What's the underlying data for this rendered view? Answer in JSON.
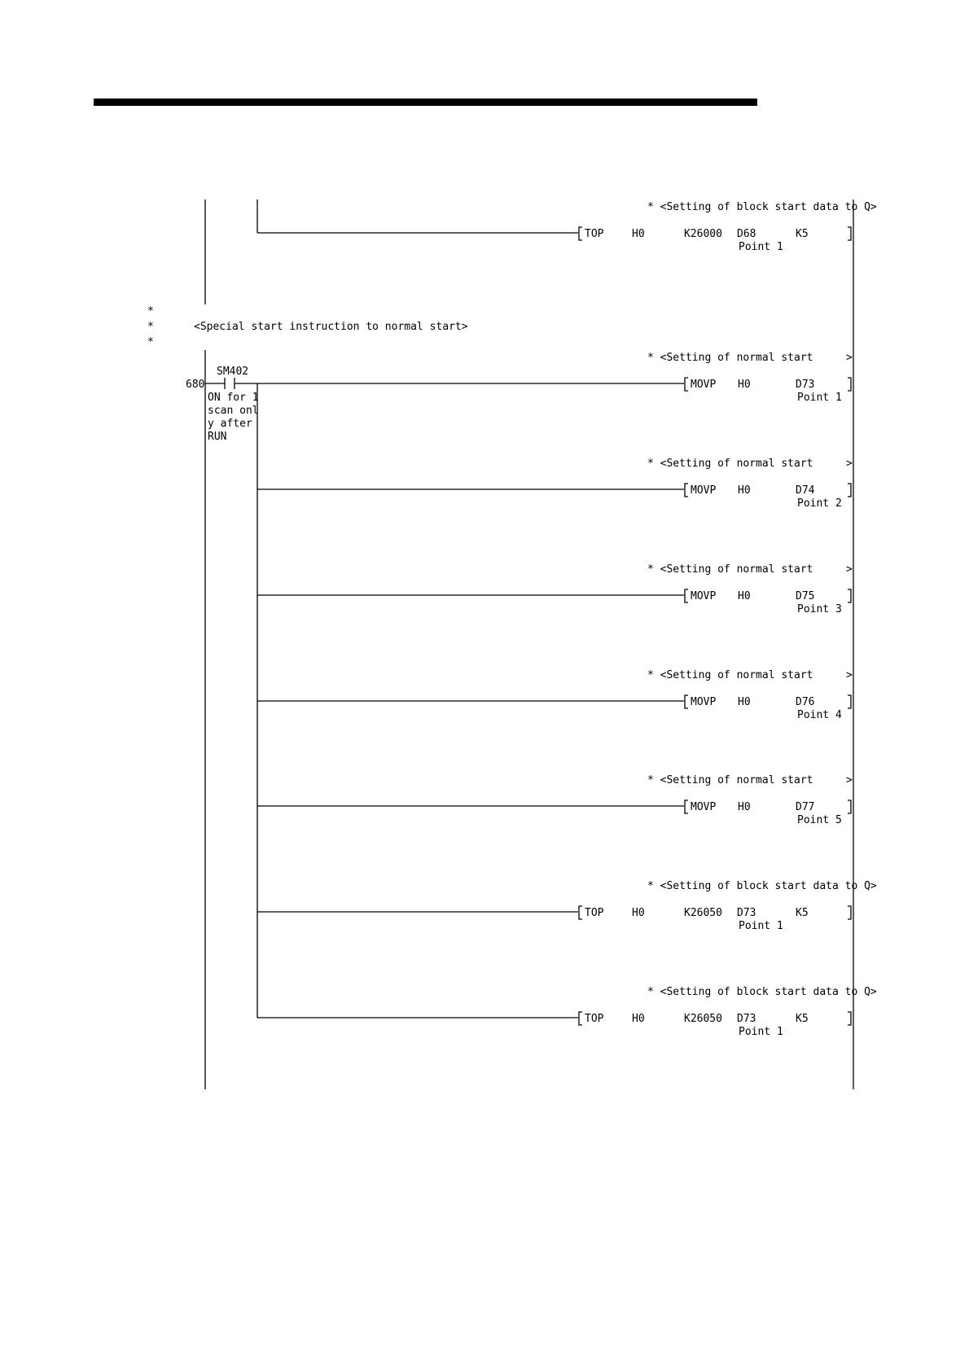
{
  "comments": {
    "section_star": "*",
    "section_title": "<Special start instruction to normal start>"
  },
  "contact": {
    "step": "680",
    "device": "SM402",
    "comment_lines": [
      "ON for 1",
      "scan onl",
      "y after",
      "RUN"
    ]
  },
  "rungs": [
    {
      "comment": "* <Setting of block start data to Q>",
      "instruction": "TOP",
      "operands": [
        "H0",
        "K26000",
        "D68",
        "K5"
      ],
      "device_comment": "Point 1"
    },
    {
      "comment": "* <Setting of normal start",
      "comment_end": ">",
      "instruction": "MOVP",
      "operands": [
        "H0",
        "D73"
      ],
      "device_comment": "Point 1"
    },
    {
      "comment": "* <Setting of normal start",
      "comment_end": ">",
      "instruction": "MOVP",
      "operands": [
        "H0",
        "D74"
      ],
      "device_comment": "Point 2"
    },
    {
      "comment": "* <Setting of normal start",
      "comment_end": ">",
      "instruction": "MOVP",
      "operands": [
        "H0",
        "D75"
      ],
      "device_comment": "Point 3"
    },
    {
      "comment": "* <Setting of normal start",
      "comment_end": ">",
      "instruction": "MOVP",
      "operands": [
        "H0",
        "D76"
      ],
      "device_comment": "Point 4"
    },
    {
      "comment": "* <Setting of normal start",
      "comment_end": ">",
      "instruction": "MOVP",
      "operands": [
        "H0",
        "D77"
      ],
      "device_comment": "Point 5"
    },
    {
      "comment": "* <Setting of block start data to Q>",
      "instruction": "TOP",
      "operands": [
        "H0",
        "K26050",
        "D73",
        "K5"
      ],
      "device_comment": "Point 1"
    },
    {
      "comment": "* <Setting of block start data to Q>",
      "instruction": "TOP",
      "operands": [
        "H0",
        "K26050",
        "D73",
        "K5"
      ],
      "device_comment": "Point 1"
    }
  ]
}
